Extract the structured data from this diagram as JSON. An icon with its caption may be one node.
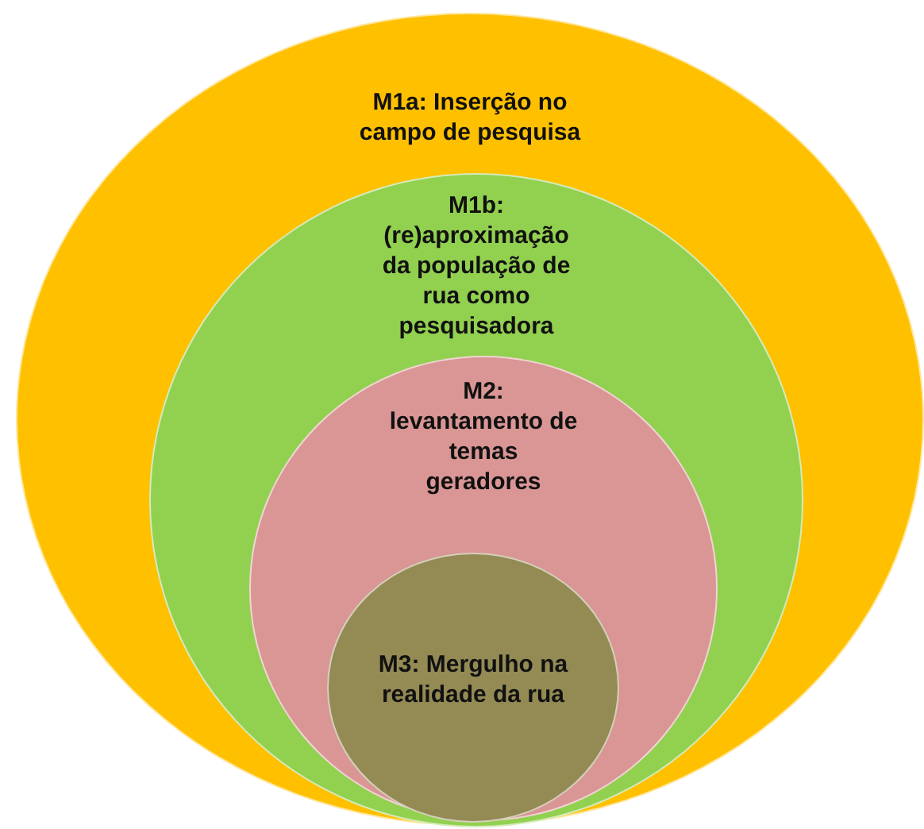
{
  "diagram": {
    "nodes": [
      {
        "text": [
          "M1a: Inserção no campo de pesquisa"
        ]
      },
      {
        "text": [
          "M1b: (re)aproximação da população de rua como pesquisadora"
        ],
        "in": 0
      },
      {
        "text": [
          "M2: levantamento de temas geradores"
        ],
        "in": 1
      },
      {
        "text": [
          "M3: Mergulho na realidade da rua"
        ],
        "in": 2
      }
    ]
  }
}
